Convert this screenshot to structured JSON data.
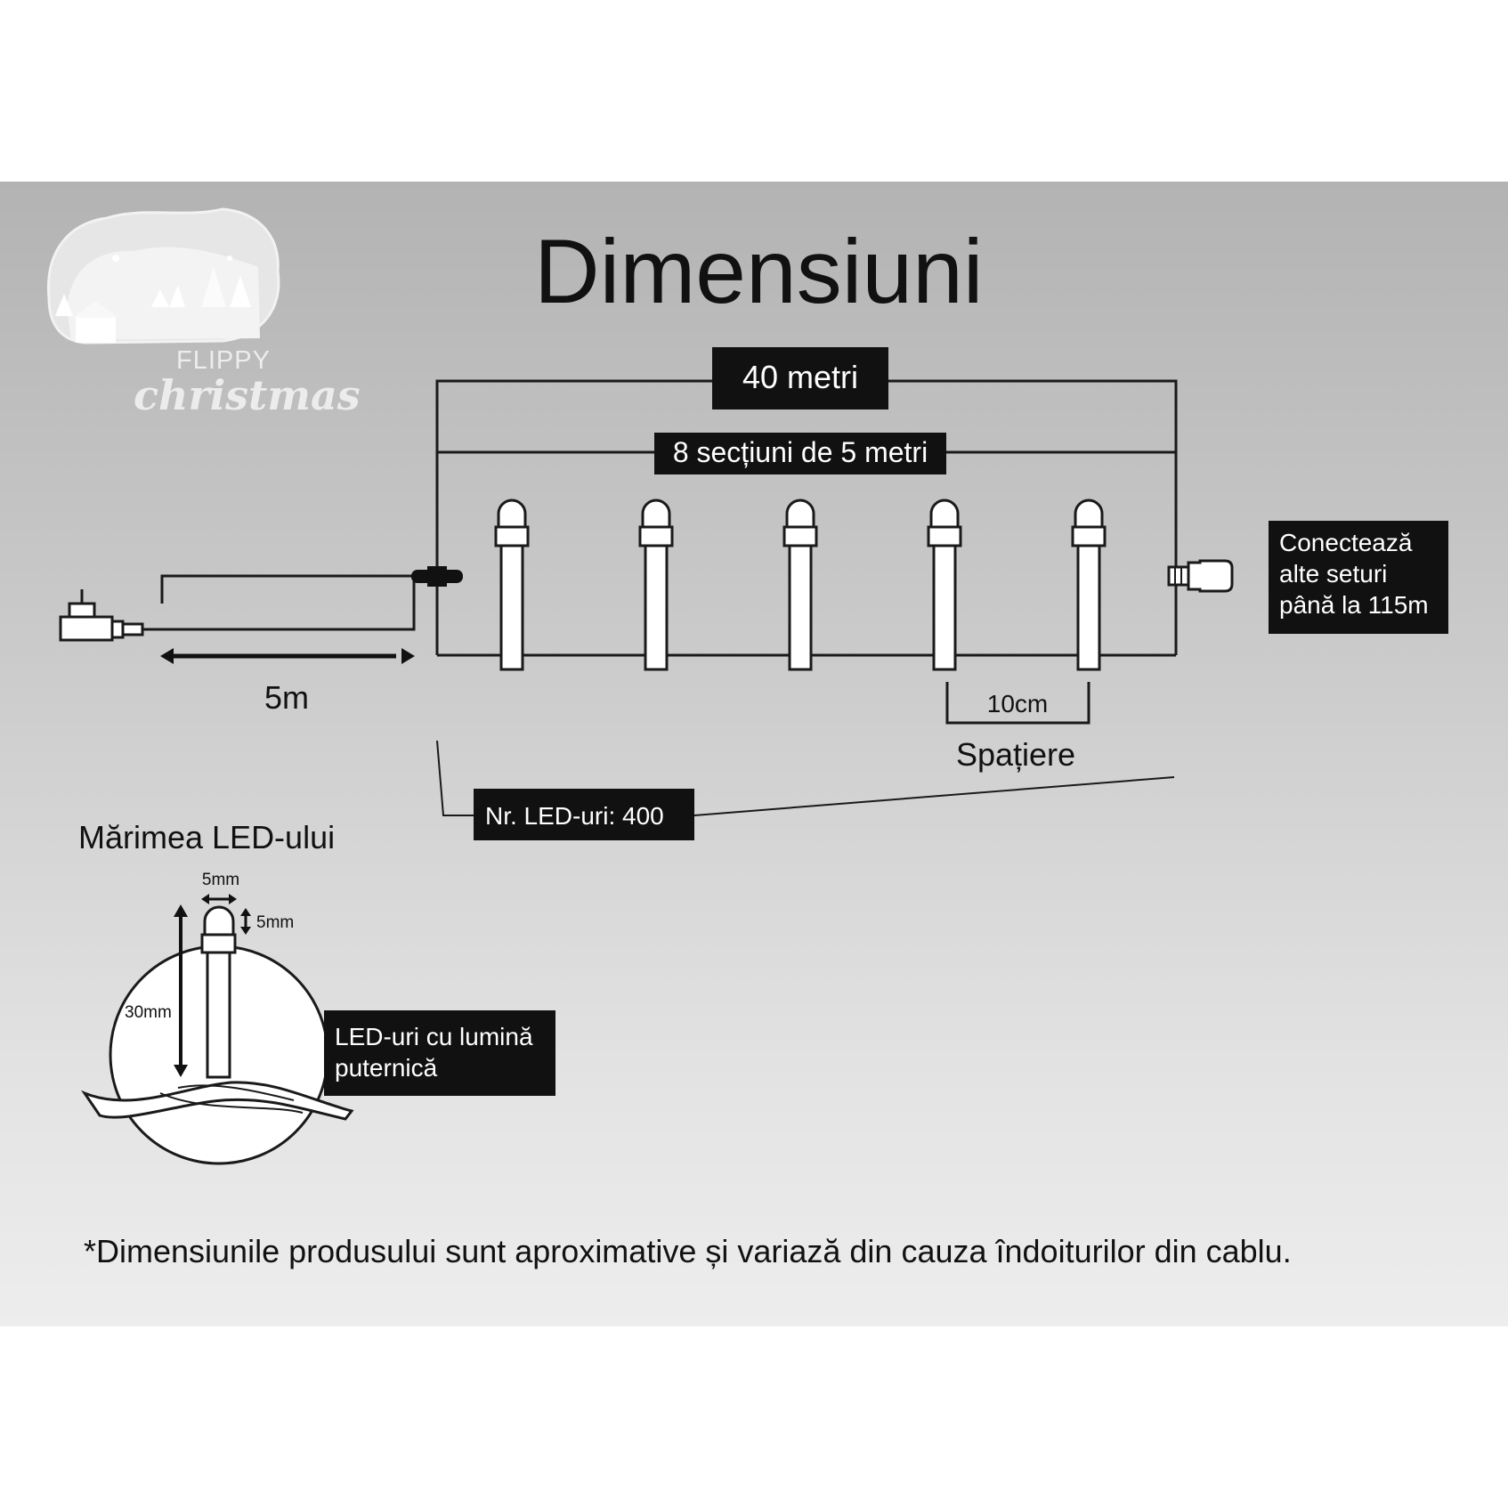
{
  "logo": {
    "brand_top": "FLIPPY",
    "brand_bottom": "christmas"
  },
  "title": "Dimensiuni",
  "total_length_label": "40 metri",
  "sections_label": "8 secțiuni de 5 metri",
  "lead_cable_label": "5m",
  "connect_note": [
    "Conectează",
    "alte seturi",
    "până la 115m"
  ],
  "spacing_value": "10cm",
  "spacing_label": "Spațiere",
  "led_count_label": "Nr. LED-uri: 400",
  "led_size": {
    "heading": "Mărimea LED-ului",
    "width": "5mm",
    "head_height": "5mm",
    "total_height": "30mm",
    "bright_note": [
      "LED-uri cu lumină",
      "puternică"
    ]
  },
  "footnote": "*Dimensiunile produsului sunt aproximative și variază din cauza îndoiturilor din cablu.",
  "colors": {
    "label_box": "#111111",
    "line": "#1a1a1a",
    "bulb_fill": "#ffffff"
  }
}
